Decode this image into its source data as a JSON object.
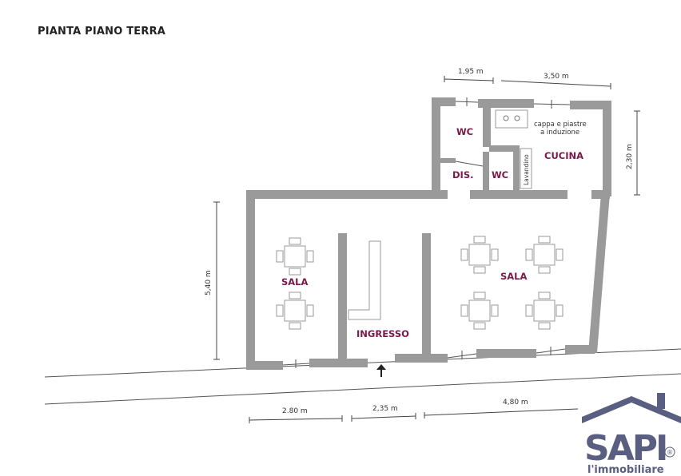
{
  "title": "PIANTA PIANO TERRA",
  "rooms": {
    "sala_left": "SALA",
    "sala_right": "SALA",
    "ingresso": "INGRESSO",
    "wc_top": "WC",
    "wc_small": "WC",
    "dis": "DIS.",
    "cucina": "CUCINA"
  },
  "kitchen_notes": {
    "line1": "cappa e piastre",
    "line2": "a induzione",
    "lavandino": "Lavandino"
  },
  "dimensions": {
    "top_1": "1,95 m",
    "top_2": "3,50 m",
    "right": "2,30 m",
    "left": "5,40 m",
    "bottom_1": "2.80 m",
    "bottom_2": "2,35 m",
    "bottom_3": "4,80 m"
  },
  "logo": {
    "letters": "SAPI",
    "registered": "®",
    "tagline": "l'immobiliare",
    "color": "#5a5f82"
  }
}
